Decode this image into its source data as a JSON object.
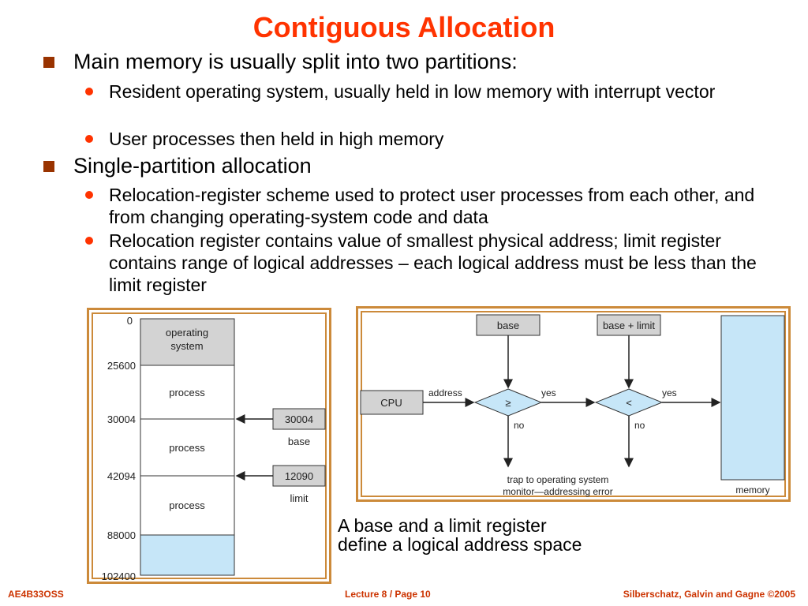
{
  "slide": {
    "title": "Contiguous Allocation",
    "bullets": [
      {
        "text": "Main memory is usually split into two partitions:",
        "sub": [
          "Resident operating system, usually held in low memory with interrupt vector",
          "User processes then held in high memory"
        ]
      },
      {
        "text": "Single-partition allocation",
        "sub": [
          "Relocation-register scheme used to protect user processes from each other, and from changing operating-system code and data",
          "Relocation register contains value of smallest physical address; limit register contains range of logical addresses – each logical address must be less than the limit register"
        ]
      }
    ],
    "caption": "A base and a limit register define a logical address space",
    "footer": {
      "left": "AE4B33OSS",
      "center": "Lecture 8 / Page 10",
      "right": "Silberschatz, Galvin and Gagne ©2005"
    }
  },
  "memory_diagram": {
    "addresses": [
      "0",
      "25600",
      "30004",
      "42094",
      "88000",
      "102400"
    ],
    "segments": [
      "operating system",
      "process",
      "process",
      "process",
      ""
    ],
    "os_label_lines": [
      "operating",
      "system"
    ],
    "base_register": {
      "value": "30004",
      "label": "base"
    },
    "limit_register": {
      "value": "12090",
      "label": "limit"
    },
    "colors": {
      "os": "#d3d3d3",
      "free": "#c6e6f8",
      "register": "#d3d3d3"
    }
  },
  "hardware_diagram": {
    "base": "base",
    "base_plus_limit": "base + limit",
    "cpu": "CPU",
    "address": "address",
    "compare1": "≥",
    "compare2": "<",
    "yes": "yes",
    "no": "no",
    "trap_lines": [
      "trap to operating system",
      "monitor—addressing error"
    ],
    "memory": "memory"
  }
}
